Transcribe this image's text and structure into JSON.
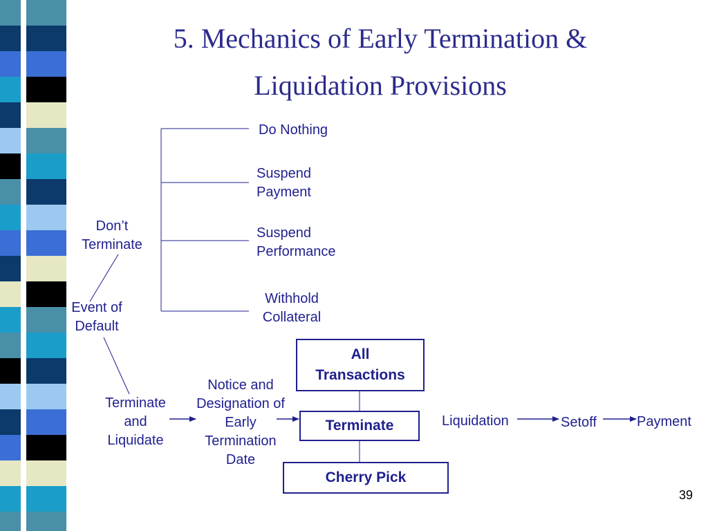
{
  "slide": {
    "title_lines": [
      "5. Mechanics of Early Termination &",
      "Liquidation Provisions"
    ],
    "page_number": "39",
    "colors": {
      "text": "#1f1f8f",
      "title": "#2b2a8c",
      "stripe_palette": [
        "#4a8fa8",
        "#0b3a6b",
        "#3b6fd6",
        "#000000",
        "#e6e8c4",
        "#1a9ec9",
        "#9dc9f0"
      ]
    }
  },
  "diagram": {
    "event_of_default": [
      "Event of",
      "Default"
    ],
    "dont_terminate": [
      "Don’t",
      "Terminate"
    ],
    "dont_terminate_options": {
      "do_nothing": [
        "Do Nothing"
      ],
      "suspend_payment": [
        "Suspend",
        "Payment"
      ],
      "suspend_performance": [
        "Suspend",
        "Performance"
      ],
      "withhold_collateral": [
        "Withhold",
        "Collateral"
      ]
    },
    "terminate_and_liquidate": [
      "Terminate",
      "and",
      "Liquidate"
    ],
    "notice": [
      "Notice and",
      "Designation of",
      "Early",
      "Termination",
      "Date"
    ],
    "boxes": {
      "all_transactions": [
        "All",
        "Transactions"
      ],
      "terminate": [
        "Terminate"
      ],
      "cherry_pick": [
        "Cherry Pick"
      ]
    },
    "flow": {
      "liquidation": "Liquidation",
      "setoff": "Setoff",
      "payment": "Payment"
    }
  }
}
